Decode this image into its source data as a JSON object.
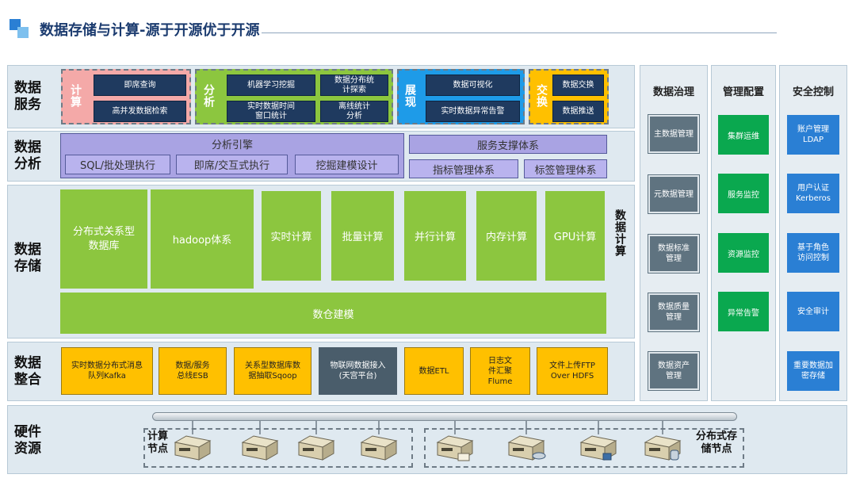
{
  "title": "数据存储与计算-源于开源优于开源",
  "colors": {
    "band_bg": "#dfe9f0",
    "compute_pink": "#f4a9a8",
    "analysis_green": "#8cc63f",
    "display_blue": "#1e9be8",
    "exchange_yellow": "#ffc000",
    "navy": "#1f3a5f",
    "purple": "#a9a3e3",
    "green_box": "#0aa84f",
    "blue_box": "#2a7fd4",
    "gray_box": "#5f7380"
  },
  "rows": {
    "service": {
      "label": "数据服务",
      "groups": [
        {
          "label": "计算",
          "items": [
            "即席查询",
            "高并发数据检索"
          ]
        },
        {
          "label": "分析",
          "items": [
            "机器学习挖掘",
            "数据分布统计探索",
            "实时数据时间窗口统计",
            "离线统计分析"
          ]
        },
        {
          "label": "展现",
          "items": [
            "数据可视化",
            "实时数据异常告警"
          ]
        },
        {
          "label": "交换",
          "items": [
            "数据交换",
            "数据推送"
          ]
        }
      ]
    },
    "analysis": {
      "label": "数据分析",
      "engine": {
        "title": "分析引擎",
        "items": [
          "SQL/批处理执行",
          "即席/交互式执行",
          "挖掘建模设计"
        ]
      },
      "support": {
        "title": "服务支撑体系",
        "items": [
          "指标管理体系",
          "标签管理体系"
        ]
      }
    },
    "storage": {
      "label": "数据存储",
      "side_label": "数据计算",
      "boxes": [
        "分布式关系型数据库",
        "hadoop体系",
        "实时计算",
        "批量计算",
        "并行计算",
        "内存计算",
        "GPU计算"
      ],
      "warehouse": "数仓建模"
    },
    "integration": {
      "label": "数据整合",
      "items": [
        "实时数据分布式消息队列Kafka",
        "数据/服务总线ESB",
        "关系型数据库数据抽取Sqoop",
        "物联网数据接入(天宫平台)",
        "数据ETL",
        "日志文件汇聚Flume",
        "文件上传FTP Over HDFS"
      ]
    },
    "hardware": {
      "label": "硬件资源",
      "compute_label": "计算节点",
      "storage_label": "分布式存储节点"
    }
  },
  "columns": {
    "governance": {
      "title": "数据治理",
      "items": [
        "主数据管理",
        "元数据管理",
        "数据标准管理",
        "数据质量管理",
        "数据资产管理"
      ]
    },
    "management": {
      "title": "管理配置",
      "items": [
        "集群运维",
        "服务监控",
        "资源监控",
        "异常告警"
      ]
    },
    "security": {
      "title": "安全控制",
      "items": [
        "账户管理LDAP",
        "用户认证Kerberos",
        "基于角色访问控制",
        "安全审计",
        "重要数据加密存储"
      ]
    }
  }
}
